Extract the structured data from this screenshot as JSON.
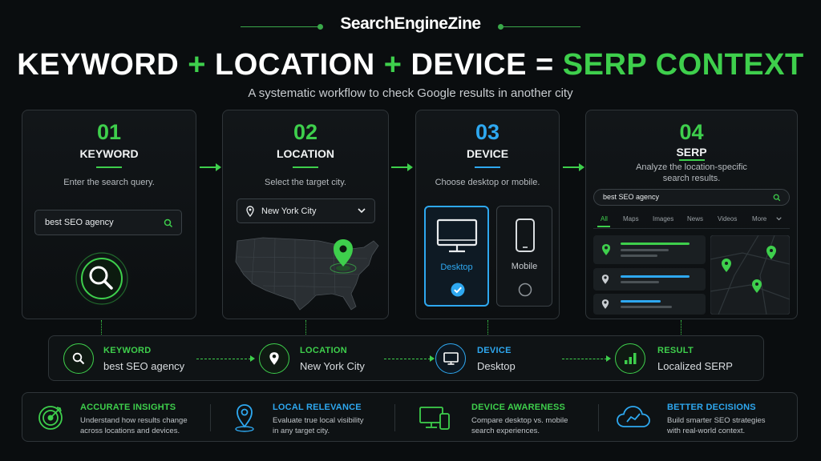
{
  "brand": "SearchEngineZine",
  "headline": {
    "part1": "KEYWORD",
    "plus": "+",
    "part2": "LOCATION",
    "part3": "DEVICE",
    "equals": "=",
    "part4": "SERP CONTEXT"
  },
  "subtitle": "A systematic workflow to check Google results in another city",
  "steps": [
    {
      "num": "01",
      "title": "KEYWORD",
      "desc": "Enter the search query.",
      "input": "best SEO agency"
    },
    {
      "num": "02",
      "title": "LOCATION",
      "desc": "Select the target city.",
      "select": "New York City"
    },
    {
      "num": "03",
      "title": "DEVICE",
      "desc": "Choose desktop or mobile.",
      "options": [
        "Desktop",
        "Mobile"
      ],
      "selected": "Desktop"
    },
    {
      "num": "04",
      "title": "SERP",
      "desc": "Analyze the location-specific search results.",
      "query": "best SEO agency",
      "tabs": [
        "All",
        "Maps",
        "Images",
        "News",
        "Videos",
        "More"
      ]
    }
  ],
  "summary": [
    {
      "label": "KEYWORD",
      "value": "best SEO agency"
    },
    {
      "label": "LOCATION",
      "value": "New York City"
    },
    {
      "label": "DEVICE",
      "value": "Desktop"
    },
    {
      "label": "RESULT",
      "value": "Localized SERP"
    }
  ],
  "benefits": [
    {
      "title": "ACCURATE INSIGHTS",
      "line1": "Understand how results change",
      "line2": "across locations and devices."
    },
    {
      "title": "LOCAL RELEVANCE",
      "line1": "Evaluate true local visibility",
      "line2": "in any target city."
    },
    {
      "title": "DEVICE AWARENESS",
      "line1": "Compare desktop vs. mobile",
      "line2": "search experiences."
    },
    {
      "title": "BETTER DECISIONS",
      "line1": "Build smarter SEO strategies",
      "line2": "with real-world context."
    }
  ],
  "colors": {
    "accent_green": "#3ecf4c",
    "accent_blue": "#2ea8f0",
    "background": "#0a0d0f"
  }
}
